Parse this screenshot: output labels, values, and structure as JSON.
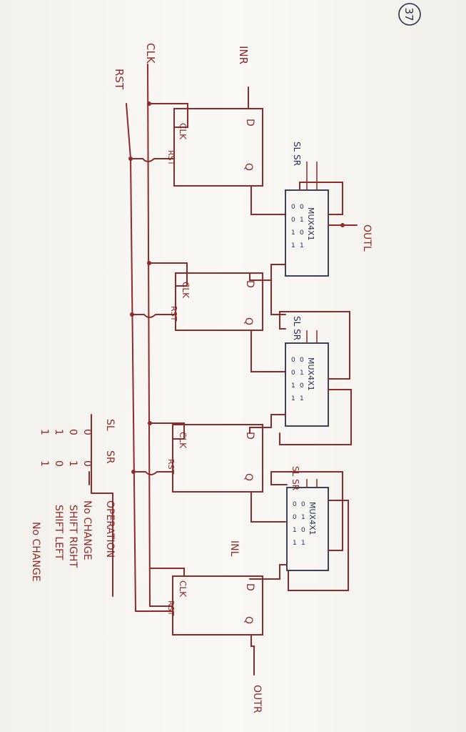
{
  "page_badge": "37",
  "clock_label": "CLK",
  "reset_label": "RST",
  "input_right_label": "INR",
  "input_left_label": "INL",
  "output_left_label": "OUTL",
  "output_right_label": "OUTR",
  "select_label_1": "SL SR",
  "select_label_2": "SL SR",
  "select_label_3": "SL SR",
  "flipflop": {
    "d": "D",
    "q": "Q",
    "clk": "CLK",
    "rst": "RST"
  },
  "mux_label": "MUX4X1",
  "mux_inputs": [
    "0",
    "0",
    "1",
    "1"
  ],
  "mux_inputs_b": [
    "0",
    "1",
    "0",
    "1"
  ],
  "truth_table": {
    "headers": [
      "SL",
      "SR",
      "OPERATION"
    ],
    "rows": [
      [
        "0",
        "0",
        "No CHANGE"
      ],
      [
        "0",
        "1",
        "SHIFT RIGHT"
      ],
      [
        "1",
        "0",
        "SHIFT LEFT"
      ],
      [
        "1",
        "1",
        "No CHANGE"
      ]
    ]
  }
}
